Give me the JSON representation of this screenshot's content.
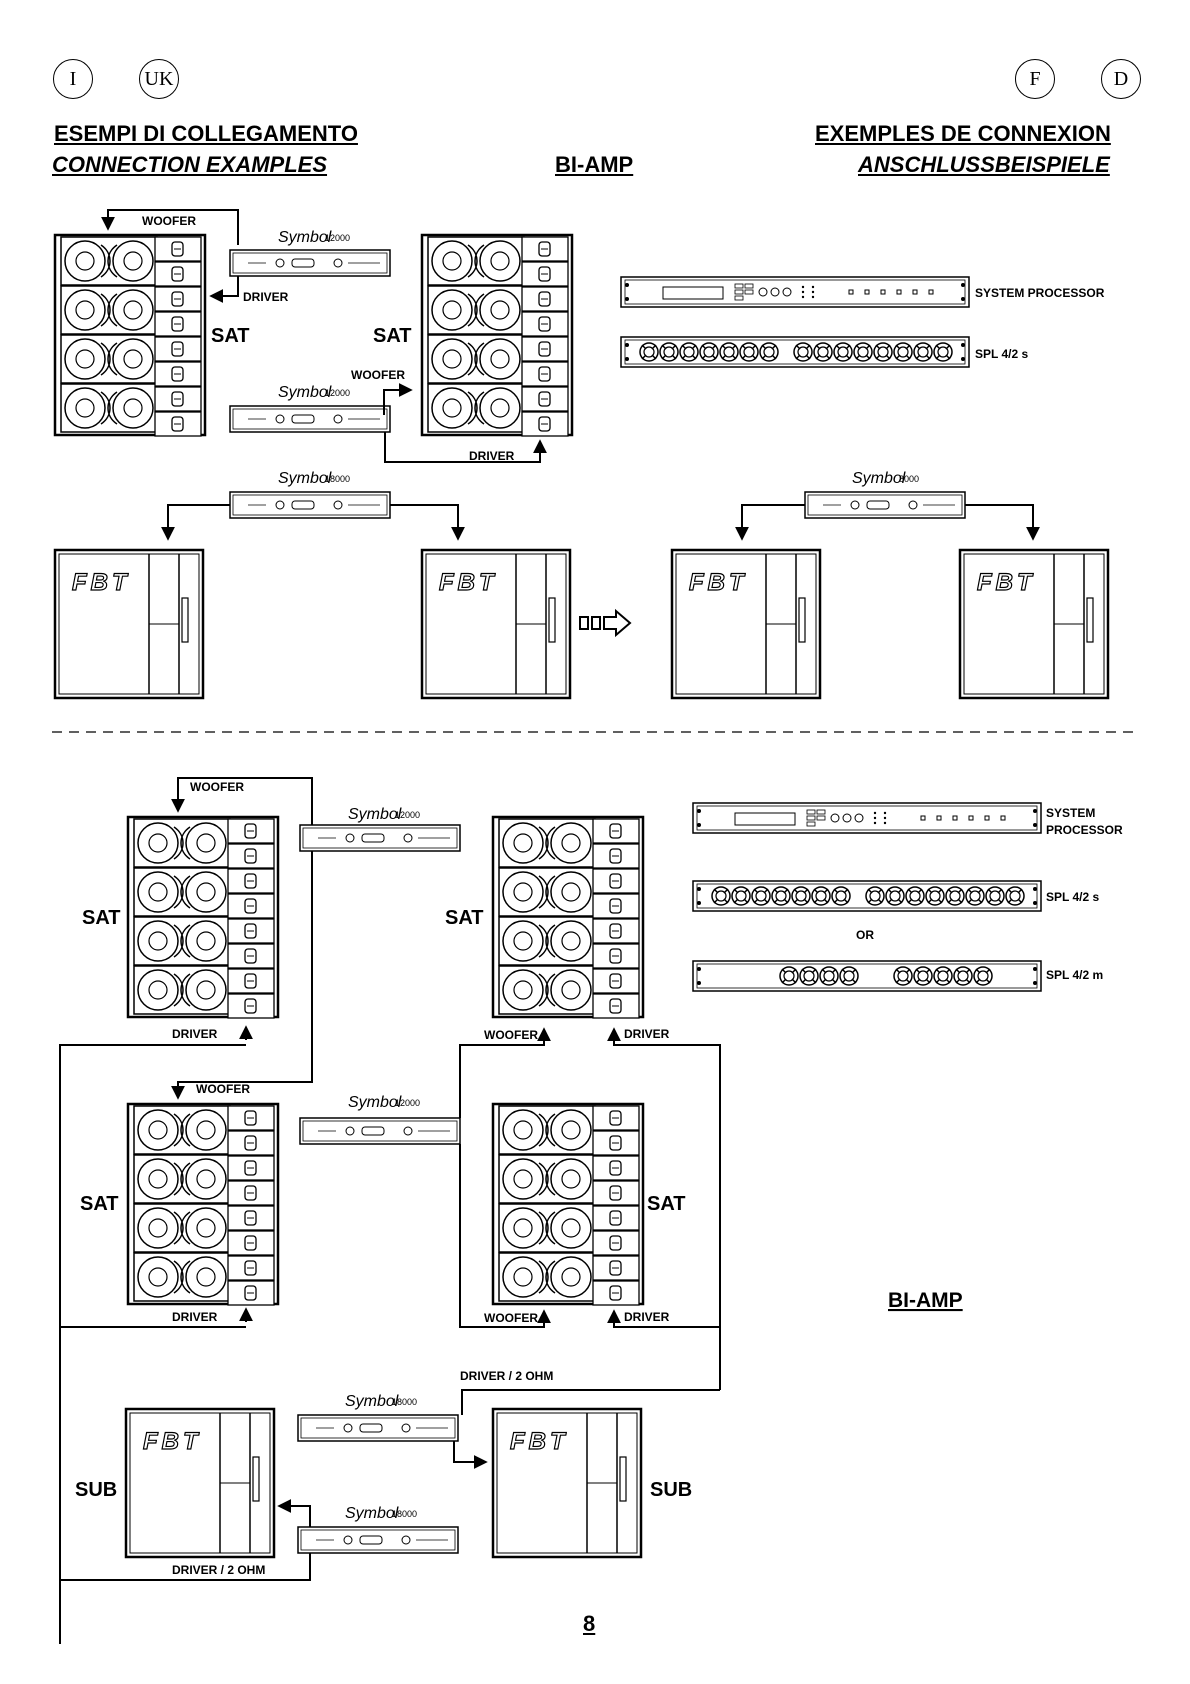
{
  "header": {
    "lang_left": [
      "I",
      "UK"
    ],
    "lang_right": [
      "F",
      "D"
    ],
    "title_it": "ESEMPI DI COLLEGAMENTO",
    "title_en": "CONNECTION EXAMPLES",
    "title_fr": "EXEMPLES DE CONNEXION",
    "title_de": "ANSCHLUSSBEISPIELE",
    "mode": "BI-AMP"
  },
  "brand": {
    "amp_brand": "Symbol",
    "speaker_logo": "FBT"
  },
  "models": {
    "amp_12000": "12000",
    "amp_18000": "18000",
    "amp_8000": "8000"
  },
  "labels": {
    "woofer": "WOOFER",
    "driver": "DRIVER",
    "driver_2ohm": "DRIVER / 2 OHM",
    "sat": "SAT",
    "sub": "SUB",
    "system_processor": "SYSTEM PROCESSOR",
    "system": "SYSTEM",
    "processor": "PROCESSOR",
    "spl_s": "SPL 4/2 s",
    "spl_m": "SPL 4/2 m",
    "or": "OR"
  },
  "bottom_mode": "BI-AMP",
  "page_number": "8"
}
